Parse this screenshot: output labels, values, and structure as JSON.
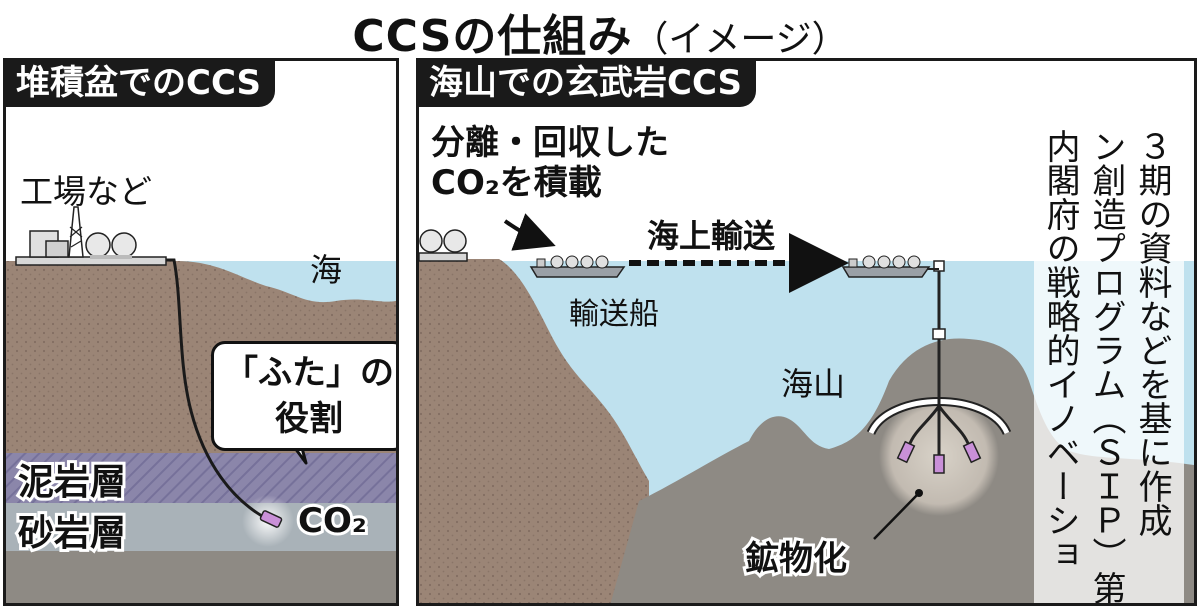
{
  "title": {
    "main": "CCSの仕組み",
    "sub": "（イメージ）"
  },
  "left_panel": {
    "title": "堆積盆でのCCS",
    "factory_label": "工場など",
    "sea_label": "海",
    "callout_text": [
      "「ふた」の",
      "役割"
    ],
    "layer_mudstone": "泥岩層",
    "layer_sandstone": "砂岩層",
    "co2_label": "CO₂"
  },
  "right_panel": {
    "title": "海山での玄武岩CCS",
    "capture_label": [
      "分離・回収した",
      "CO₂を積載"
    ],
    "transport_label": "海上輸送",
    "ship_label": "輸送船",
    "seamount_label": "海山",
    "mineralization_label": "鉱物化",
    "source_note": [
      "内閣府の戦略的イノベーショ",
      "ン創造プログラム（ＳＩＰ）第",
      "３期の資料などを基に作成"
    ]
  },
  "colors": {
    "rock_brown": "#9b8576",
    "sea_blue": "#bfe1ee",
    "mudstone": "#8b86aa",
    "sandstone": "#a9b2b8",
    "basalt_grey": "#8e8a84",
    "panel_label_bg": "#1a1a1a"
  }
}
